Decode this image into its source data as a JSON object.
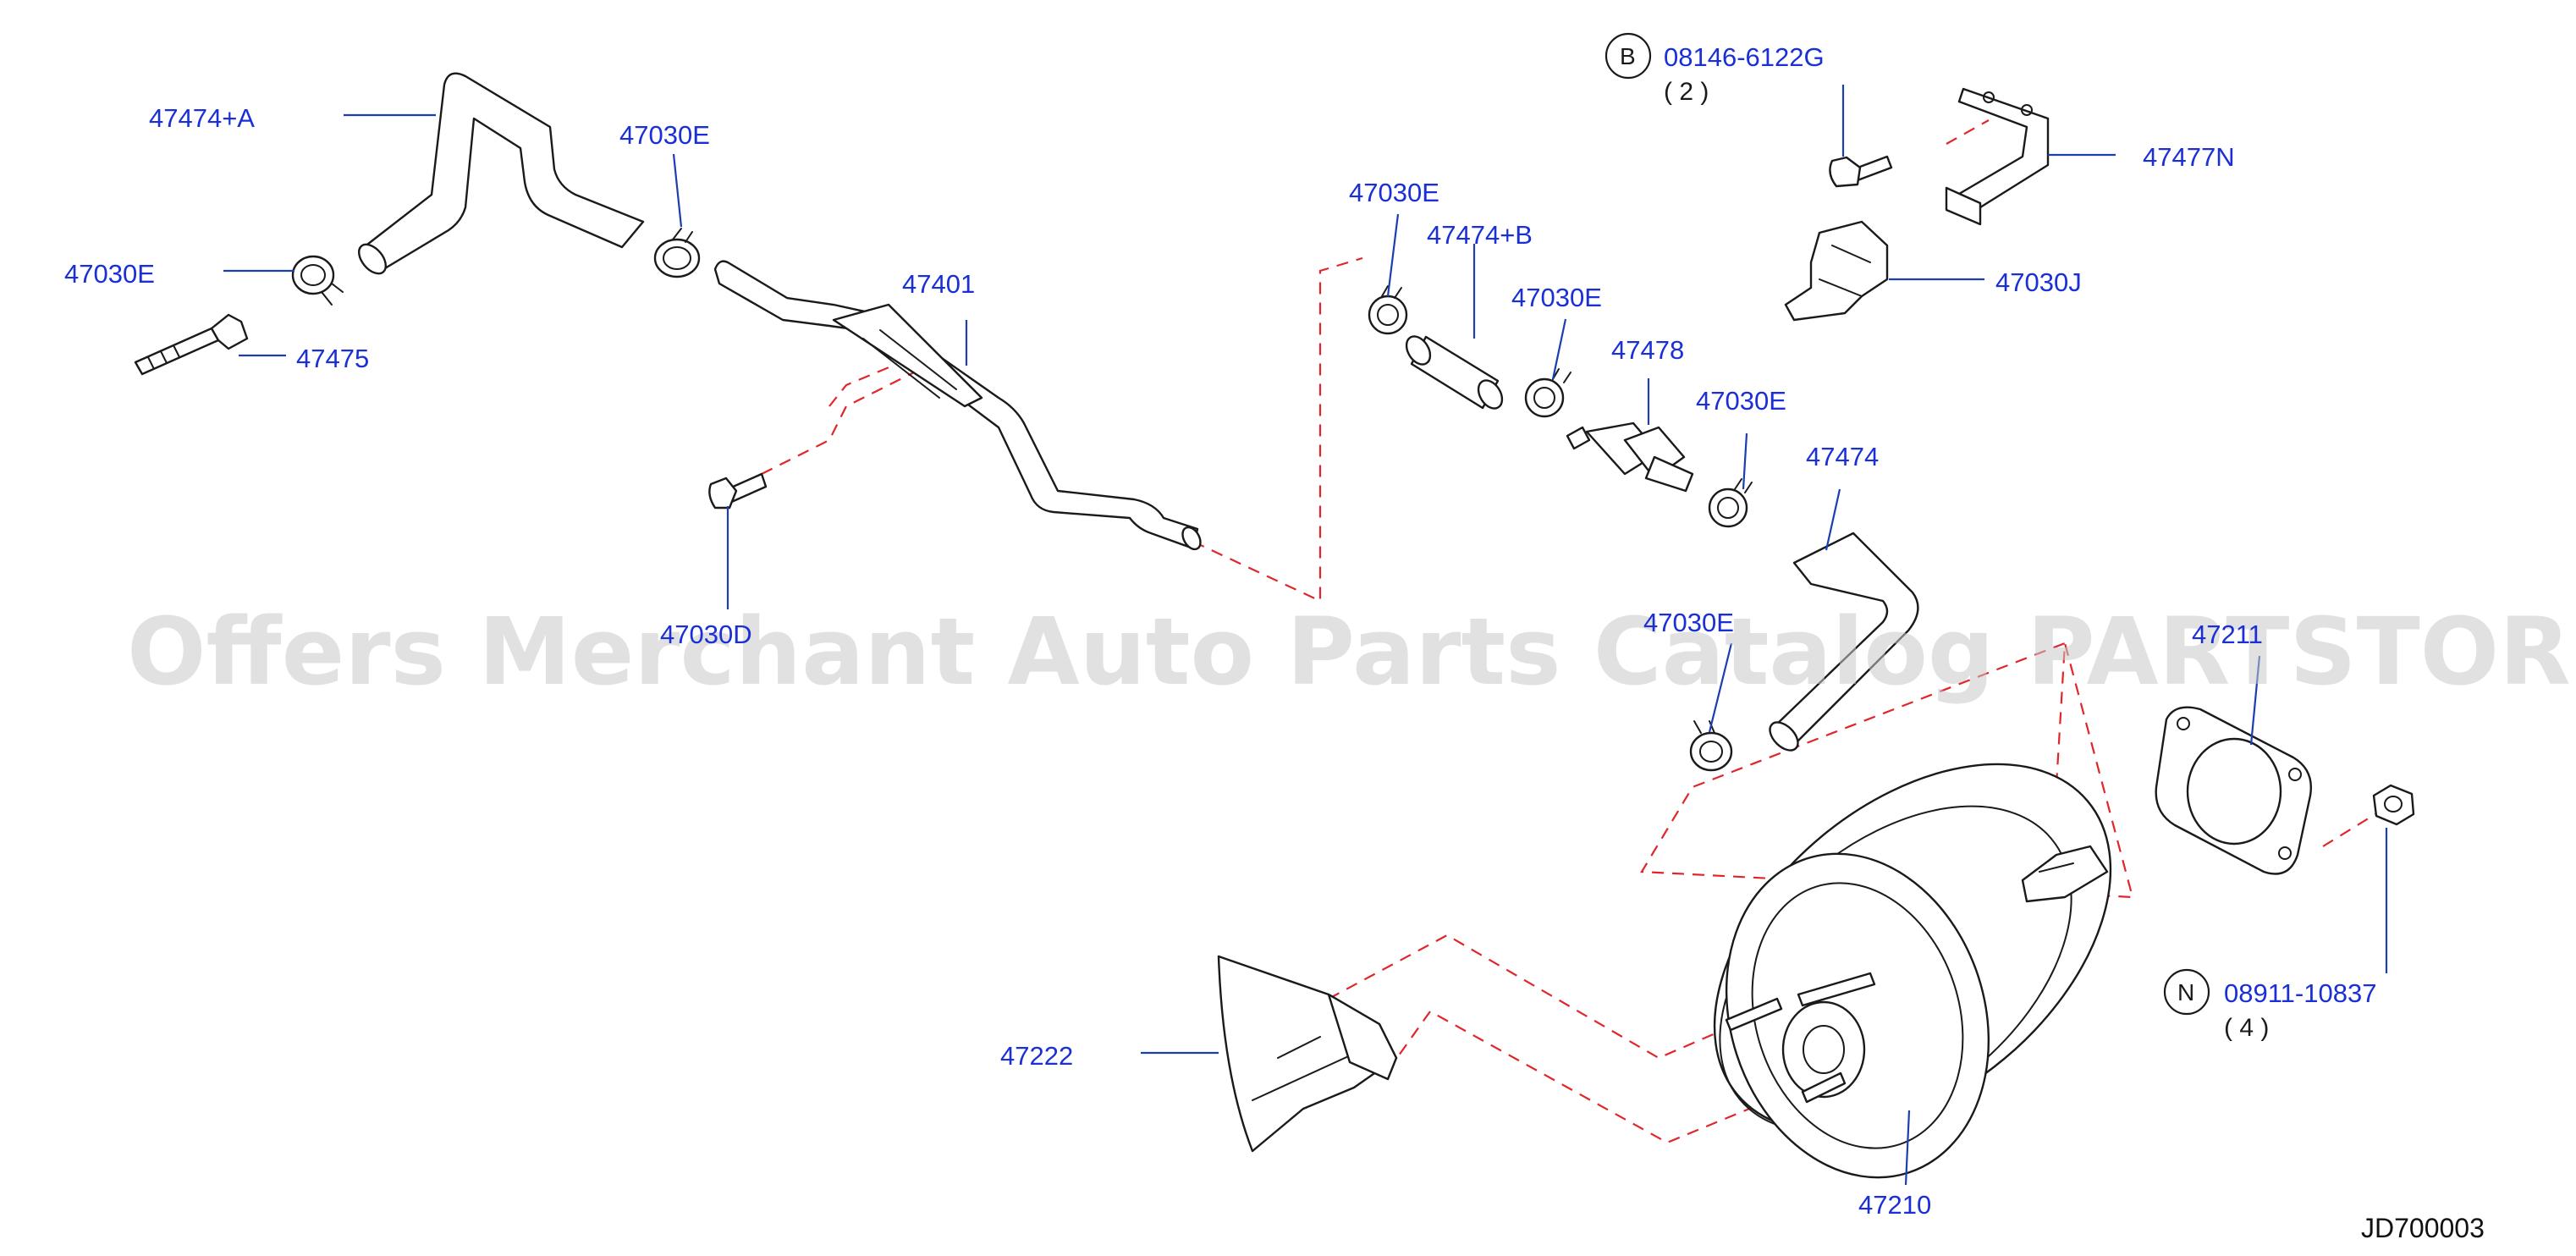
{
  "labels": {
    "hose_a": "47474+A",
    "clamp_top_left": "47030E",
    "clamp_left": "47030E",
    "connector": "47475",
    "tube": "47401",
    "bolt_lower": "47030D",
    "clamp_mid_1": "47030E",
    "hose_b": "47474+B",
    "clamp_mid_2": "47030E",
    "check_valve": "47478",
    "clamp_mid_3": "47030E",
    "hose": "47474",
    "clamp_lower": "47030E",
    "bracket": "47477N",
    "clip": "47030J",
    "gasket": "47211",
    "shield": "47222",
    "booster": "47210",
    "bolt_b": "08146-6122G",
    "bolt_b_qty": "( 2 )",
    "nut_n": "08911-10837",
    "nut_n_qty": "( 4 )"
  },
  "symbols": {
    "b": "B",
    "n": "N"
  },
  "diagram_code": "JD700003",
  "watermark": "Offers Merchant Auto Parts Catalog PARTSTORE.SA"
}
